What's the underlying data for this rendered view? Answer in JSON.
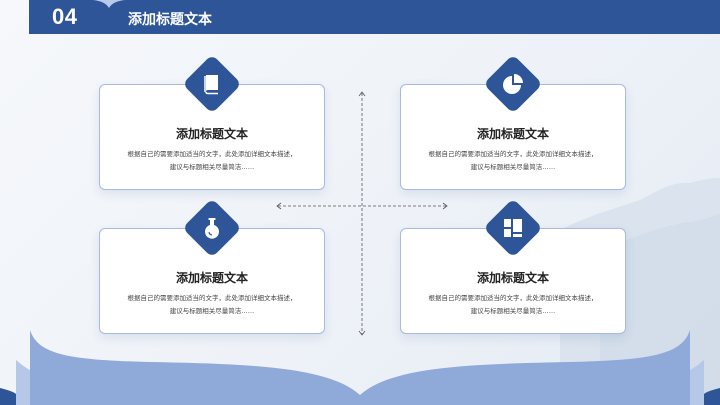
{
  "header": {
    "number": "04",
    "title": "添加标题文本"
  },
  "colors": {
    "primary": "#2d5598",
    "light_blue": "#8fa9d9",
    "lighter_blue": "#b5c8e8",
    "card_border": "#aab9dc"
  },
  "cards": [
    {
      "icon": "book-icon",
      "title": "添加标题文本",
      "desc_line1": "根据自己的需要添加适当的文字，此处添加详细文本描述，",
      "desc_line2": "建议与标题相关尽量简洁……"
    },
    {
      "icon": "pie-chart-icon",
      "title": "添加标题文本",
      "desc_line1": "根据自己的需要添加适当的文字，此处添加详细文本描述，",
      "desc_line2": "建议与标题相关尽量简洁……"
    },
    {
      "icon": "flask-icon",
      "title": "添加标题文本",
      "desc_line1": "根据自己的需要添加适当的文字，此处添加详细文本描述，",
      "desc_line2": "建议与标题相关尽量简洁……"
    },
    {
      "icon": "layout-icon",
      "title": "添加标题文本",
      "desc_line1": "根据自己的需要添加适当的文字，此处添加详细文本描述，",
      "desc_line2": "建议与标题相关尽量简洁……"
    }
  ]
}
